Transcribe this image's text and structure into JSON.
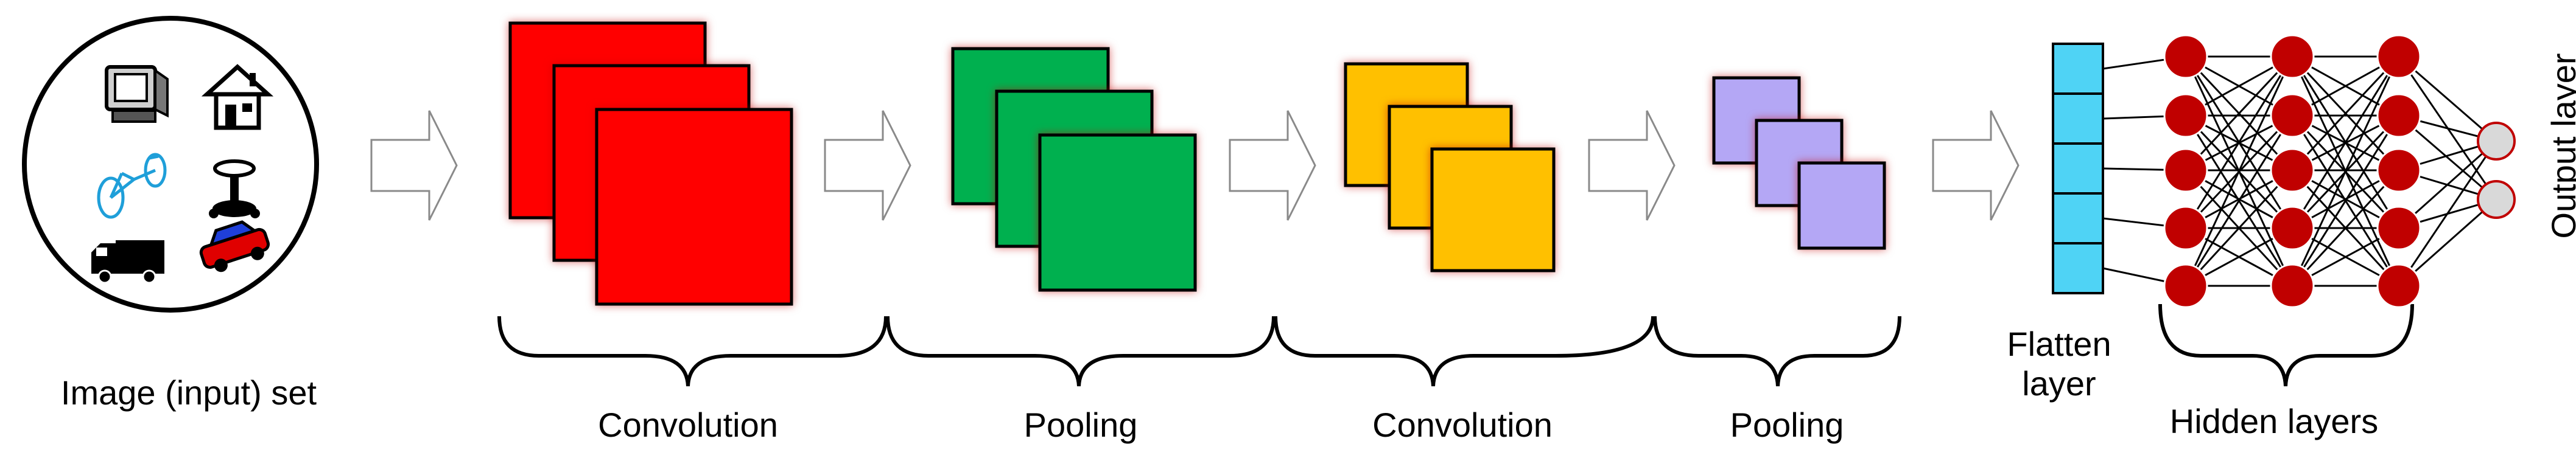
{
  "labels": {
    "input_set": "Image (input) set",
    "conv1": "Convolution",
    "pool1": "Pooling",
    "conv2": "Convolution",
    "pool2": "Pooling",
    "flatten_line1": "Flatten",
    "flatten_line2": "layer",
    "hidden": "Hidden layers",
    "output": "Output layer"
  },
  "input_icons": [
    "computer-monitor-icon",
    "house-icon",
    "bicycle-icon",
    "table-icon",
    "truck-icon",
    "car-icon"
  ],
  "colors": {
    "conv1_maps": "#ff0000",
    "pool1_maps": "#00b050",
    "conv2_maps": "#ffc000",
    "pool2_maps": "#b4a7f5",
    "flatten": "#4fd3f5",
    "hidden_nodes": "#c00000",
    "output_nodes": "#d9d9d9",
    "output_stroke": "#c00000"
  },
  "network": {
    "flatten_cells": 5,
    "hidden_layers": [
      5,
      5,
      5
    ],
    "output_nodes": 2
  }
}
